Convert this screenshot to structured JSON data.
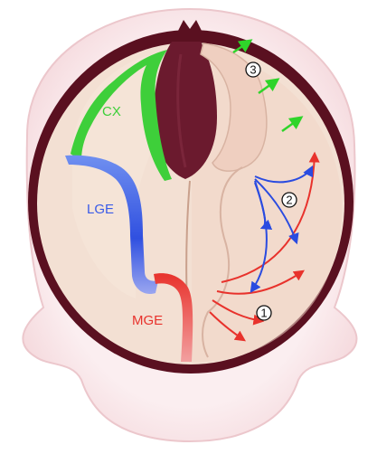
{
  "labels": {
    "cx": "CX",
    "lge": "LGE",
    "mge": "MGE"
  },
  "markers": {
    "m1": "1",
    "m2": "2",
    "m3": "3"
  },
  "colors": {
    "cx": "#3ecf3a",
    "lge": "#3a5be8",
    "mge": "#e8322c",
    "ventricle": "#6b1a2e",
    "skull": "#5a1020",
    "tissue": "#f3ddd0",
    "skin": "#f7e4e6"
  },
  "icons": {
    "red_arrow": "arrow-red",
    "blue_arrow": "arrow-blue",
    "green_arrow": "arrow-green"
  }
}
